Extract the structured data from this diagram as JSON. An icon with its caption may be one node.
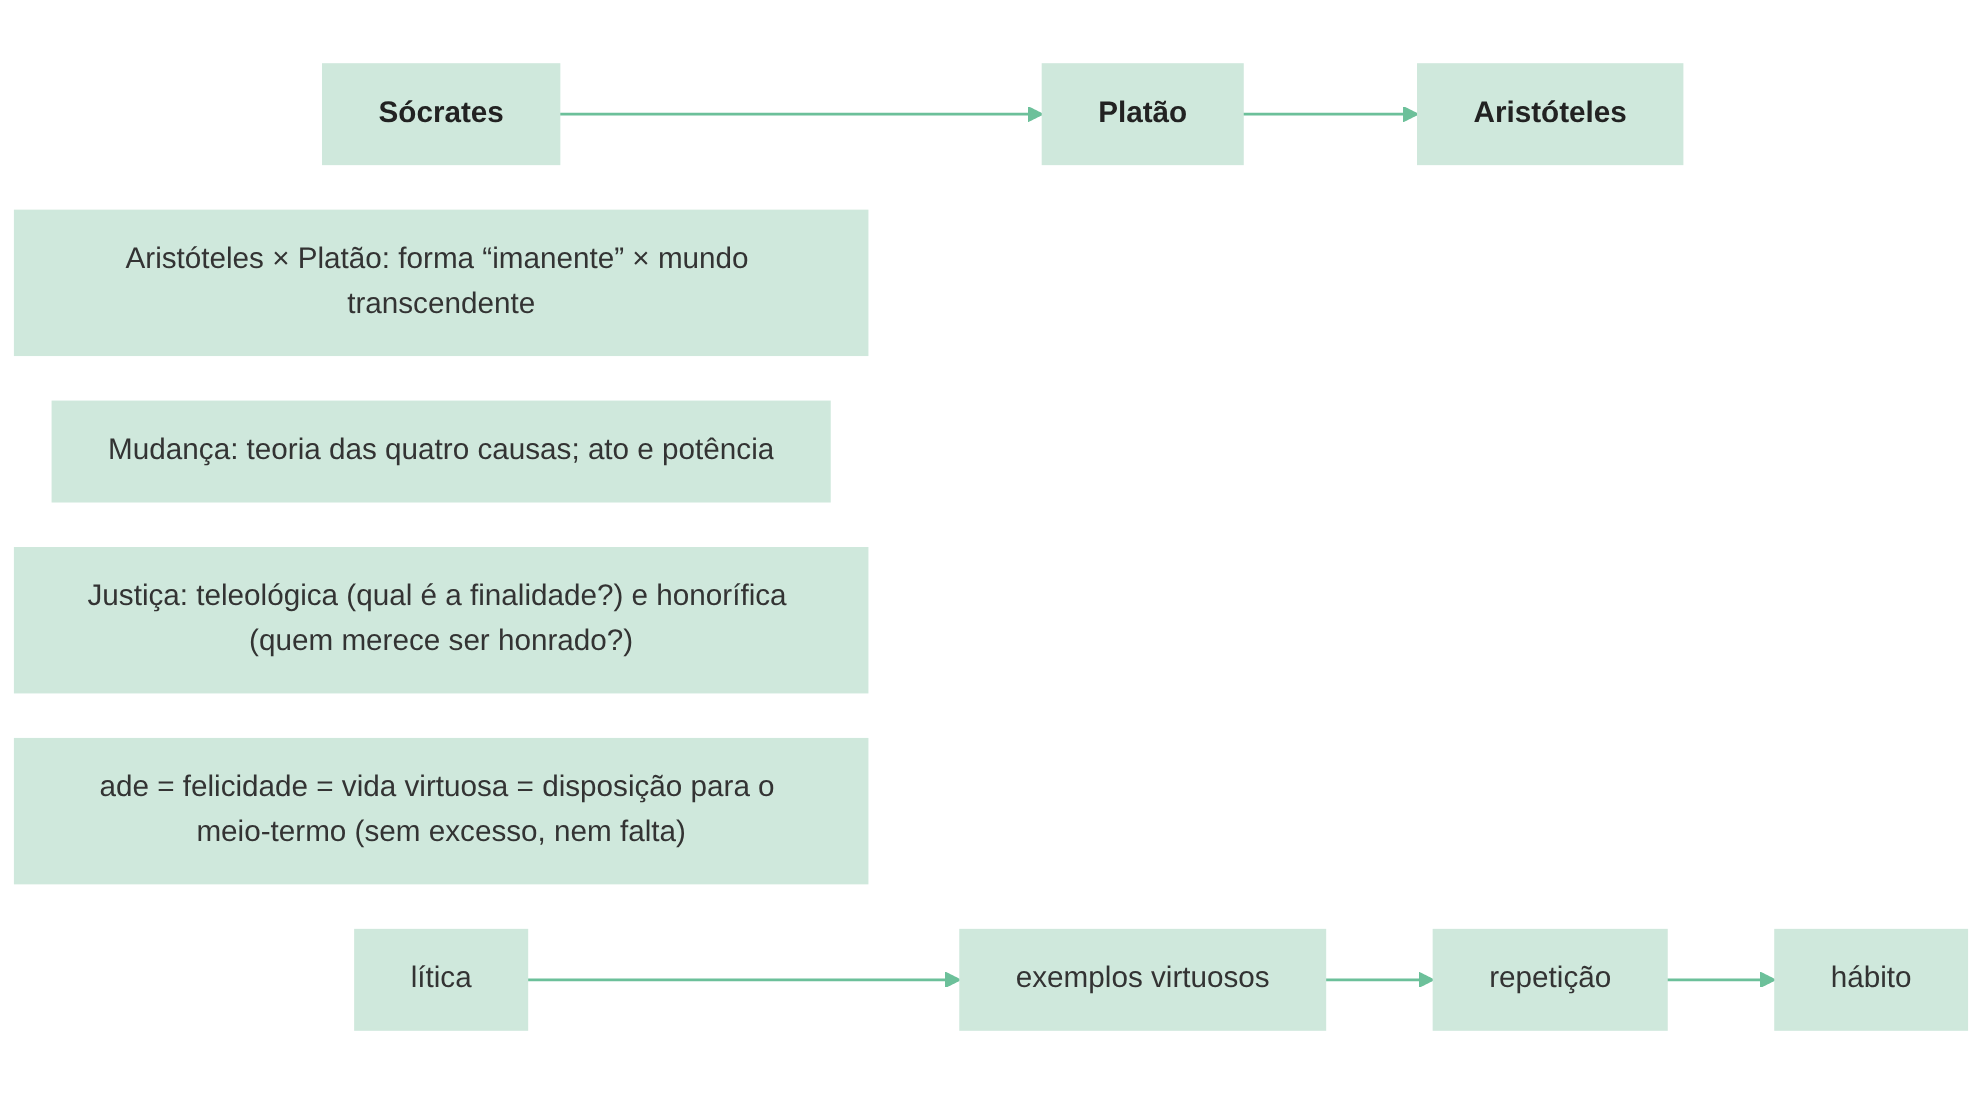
{
  "diagram": {
    "nodes": [
      {
        "text": [
          "Sócrates"
        ]
      },
      {
        "text": [
          "Platão"
        ]
      },
      {
        "text": [
          "Aristóteles"
        ]
      },
      {
        "text": [
          "Aristóteles × Platão: forma “imanente” × mundo transcendente"
        ]
      },
      {
        "text": [
          "Mudança: teoria das quatro causas; ato e potência"
        ]
      },
      {
        "text": [
          "Justiça: teleológica (qual é a finalidade?) e honorífica (quem merece ser honrado?)"
        ]
      },
      {
        "text": [
          "ade = felicidade = vida virtuosa = disposição para o meio-termo (sem excesso, nem falta)"
        ]
      },
      {
        "text": [
          "lítica"
        ]
      },
      {
        "text": [
          "exemplos virtuosos"
        ]
      },
      {
        "text": [
          "repetição"
        ]
      },
      {
        "text": [
          "hábito"
        ]
      }
    ],
    "edges": [
      {
        "from": 0,
        "to": 1,
        "arrow": "to"
      },
      {
        "from": 1,
        "to": 2,
        "arrow": "to"
      },
      {
        "from": 7,
        "to": 8,
        "arrow": "to"
      },
      {
        "from": 8,
        "to": 9,
        "arrow": "to"
      },
      {
        "from": 9,
        "to": 10,
        "arrow": "to"
      }
    ]
  }
}
